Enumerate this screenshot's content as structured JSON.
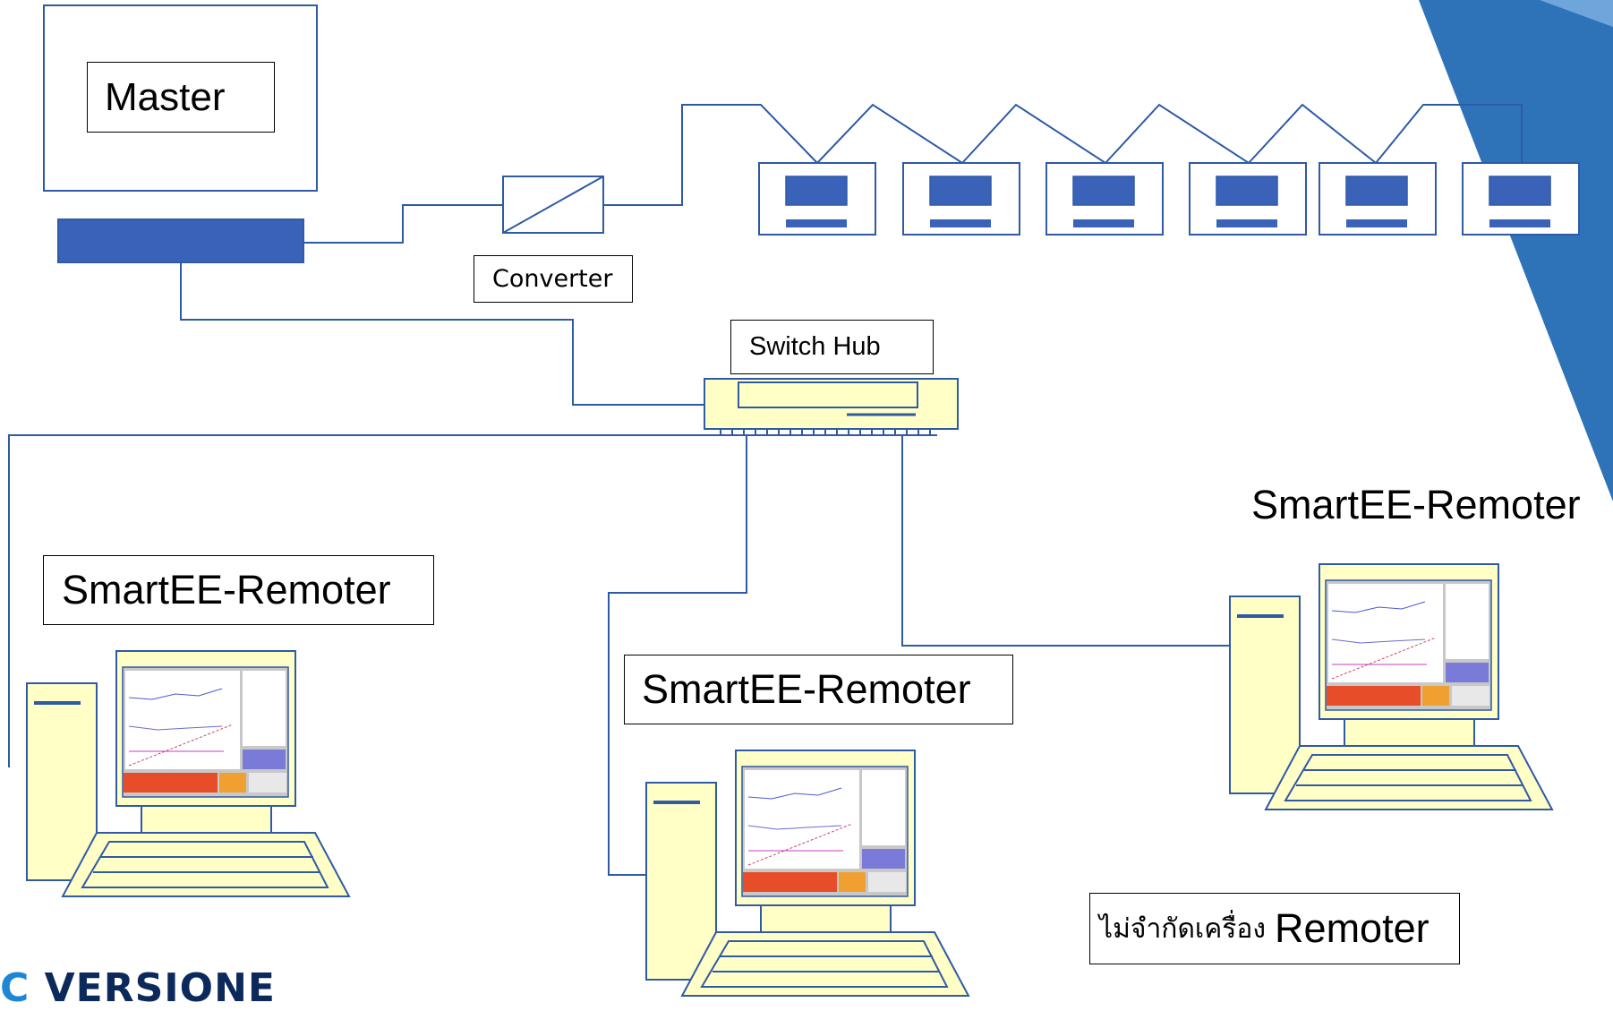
{
  "labels": {
    "master": "Master",
    "converter": "Converter",
    "switch_hub": "Switch Hub",
    "remoter_left": "SmartEE-Remoter",
    "remoter_center": "SmartEE-Remoter",
    "remoter_right": "SmartEE-Remoter",
    "unlimited_prefix": "ไม่จำกัดเครื่อง",
    "unlimited_suffix": "Remoter"
  },
  "brand": {
    "mark": "C",
    "name": "VERSIONE"
  },
  "icons": [
    "master-monitor-icon",
    "master-cpu-unit-icon",
    "converter-icon",
    "meter-device-icon",
    "switch-hub-icon",
    "computer-workstation-icon"
  ],
  "colors": {
    "line": "#2e5aa6",
    "device_fill": "#3a62b8",
    "computer_fill": "#ffffc6",
    "corner_accent": "#2e73b8"
  }
}
